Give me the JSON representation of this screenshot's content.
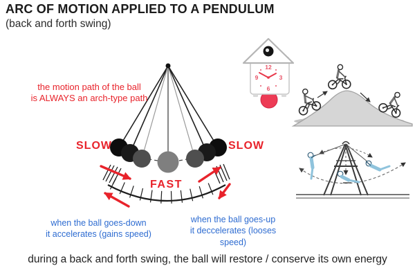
{
  "header": {
    "title": "ARC OF MOTION APPLIED TO A PENDULUM",
    "subtitle": "(back and forth swing)"
  },
  "pendulum": {
    "path_note_line1": "the motion path of the ball",
    "path_note_line2": "is ALWAYS an arch-type path",
    "slow_left_label": "SLOW",
    "slow_right_label": "SLOW",
    "fast_label": "FAST"
  },
  "explanations": {
    "down_line1": "when the ball goes-down",
    "down_line2": "it accelerates (gains speed)",
    "up_line1": "when the ball goes-up",
    "up_line2": "it deccelerates (looses speed)"
  },
  "footer": {
    "text": "during a back and forth swing, the ball will restore / conserve its own energy"
  },
  "clock": {
    "twelve": "12",
    "three": "3",
    "six": "6",
    "nine": "9"
  },
  "colors": {
    "accent_red": "#e8232b",
    "note_blue": "#2e6cd1",
    "clock_ball_red": "#ed3b55",
    "center_ball_gray": "#7f7f7f",
    "side_ball_gray": "#4f4f4f",
    "outer_ball_black": "#0d0d0d",
    "hill_gray": "#d6d6d6",
    "swing_blue": "#8fc3dc"
  }
}
